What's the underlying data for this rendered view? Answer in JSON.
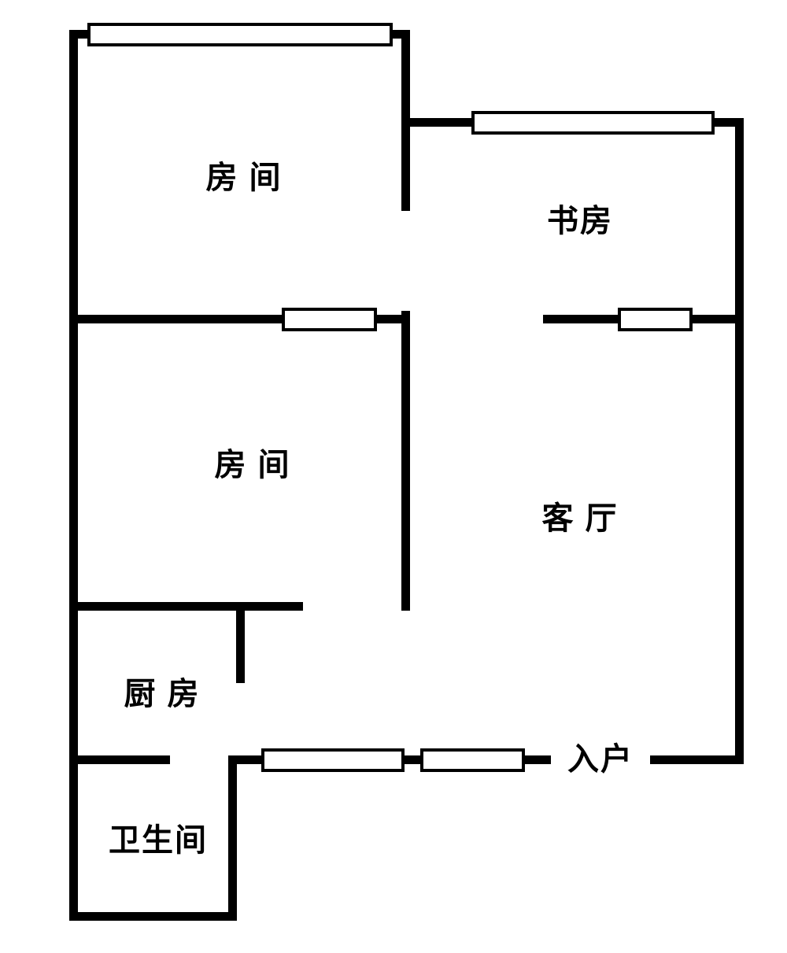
{
  "floorplan": {
    "rooms": [
      {
        "id": "bedroom-top",
        "label": "房 间"
      },
      {
        "id": "study",
        "label": "书房"
      },
      {
        "id": "bedroom-middle",
        "label": "房 间"
      },
      {
        "id": "living-room",
        "label": "客 厅"
      },
      {
        "id": "kitchen",
        "label": "厨 房"
      },
      {
        "id": "bathroom",
        "label": "卫生间"
      },
      {
        "id": "entrance",
        "label": "入户"
      }
    ],
    "colors": {
      "wall": "#000000",
      "window_fill": "#ffffff",
      "background": "#ffffff"
    }
  }
}
